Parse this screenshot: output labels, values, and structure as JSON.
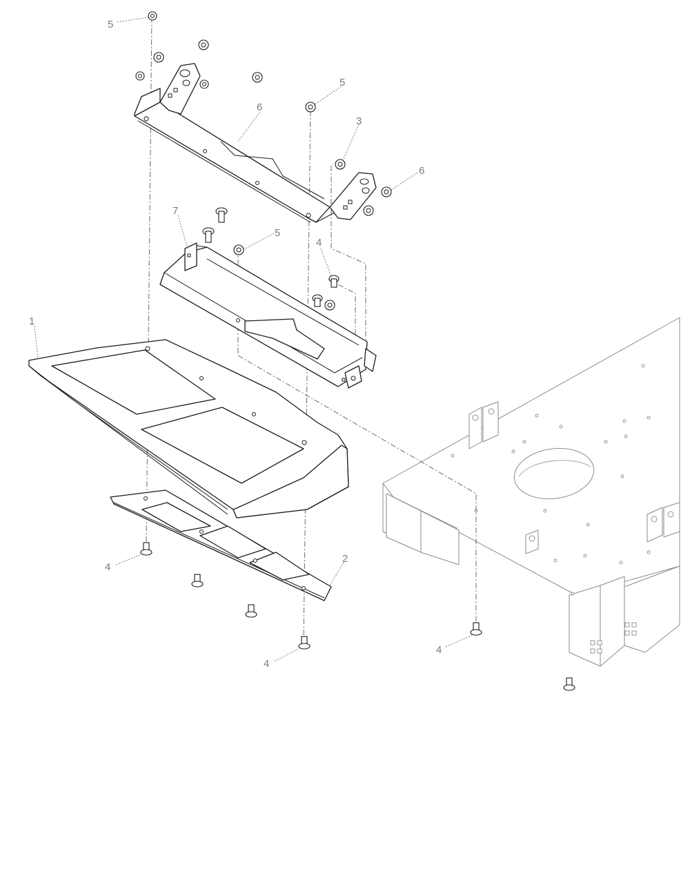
{
  "callouts": {
    "c1": "1",
    "c2": "2",
    "c3": "3",
    "c4a": "4",
    "c4b": "4",
    "c4c": "4",
    "c4d": "4",
    "c5a": "5",
    "c5b": "5",
    "c5c": "5",
    "c6a": "6",
    "c6b": "6",
    "c7": "7"
  },
  "colors": {
    "line": "#1a1a1a",
    "frame": "#8a8a8a",
    "callout": "#7a7a7a",
    "background": "#ffffff"
  }
}
